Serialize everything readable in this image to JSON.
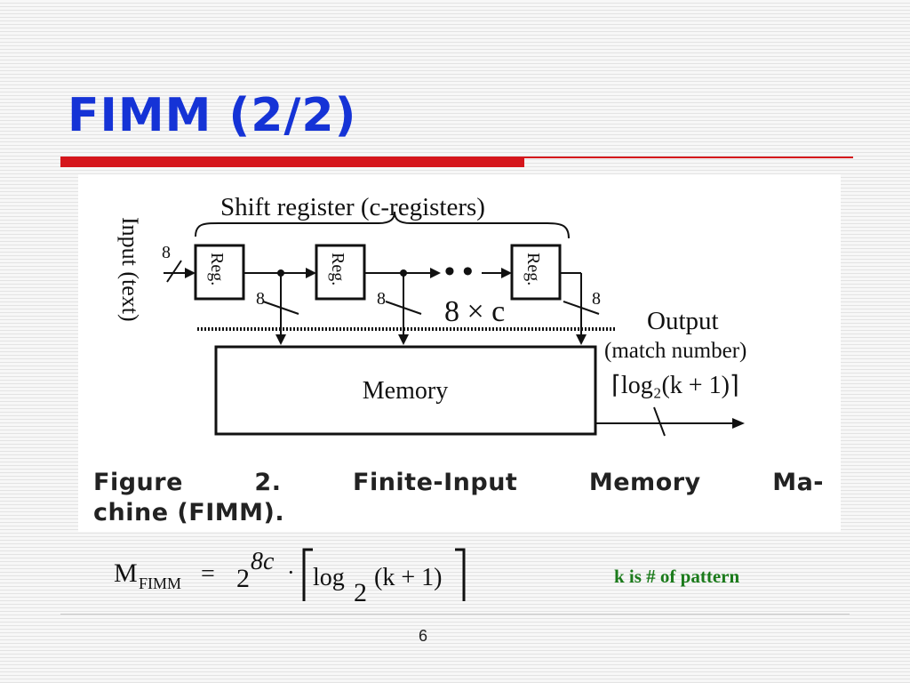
{
  "slide": {
    "title": "FIMM (2/2)",
    "page_number": "6"
  },
  "colors": {
    "title": "#1533d6",
    "accent_rule": "#d5161c",
    "note": "#1a7a1a"
  },
  "figure": {
    "shift_register_label": "Shift register (c-registers)",
    "input_label": "Input (text)",
    "register_label": "Reg.",
    "bus_width": "8",
    "ellipsis": "• •",
    "total_width": "8 × c",
    "memory_label": "Memory",
    "output_label": "Output",
    "output_sublabel": "(match number)",
    "output_width": "⌈log₂(k + 1)⌉",
    "caption_line1": "Figure 2. Finite-Input Memory Ma-",
    "caption_line2": "chine (FIMM)."
  },
  "formula": {
    "lhs_symbol": "M",
    "lhs_subscript": "FIMM",
    "equals": "=",
    "base": "2",
    "exponent": "8c",
    "dot": "·",
    "log": "log",
    "log_base": "2",
    "argument": "(k + 1)"
  },
  "note": "k is # of pattern"
}
